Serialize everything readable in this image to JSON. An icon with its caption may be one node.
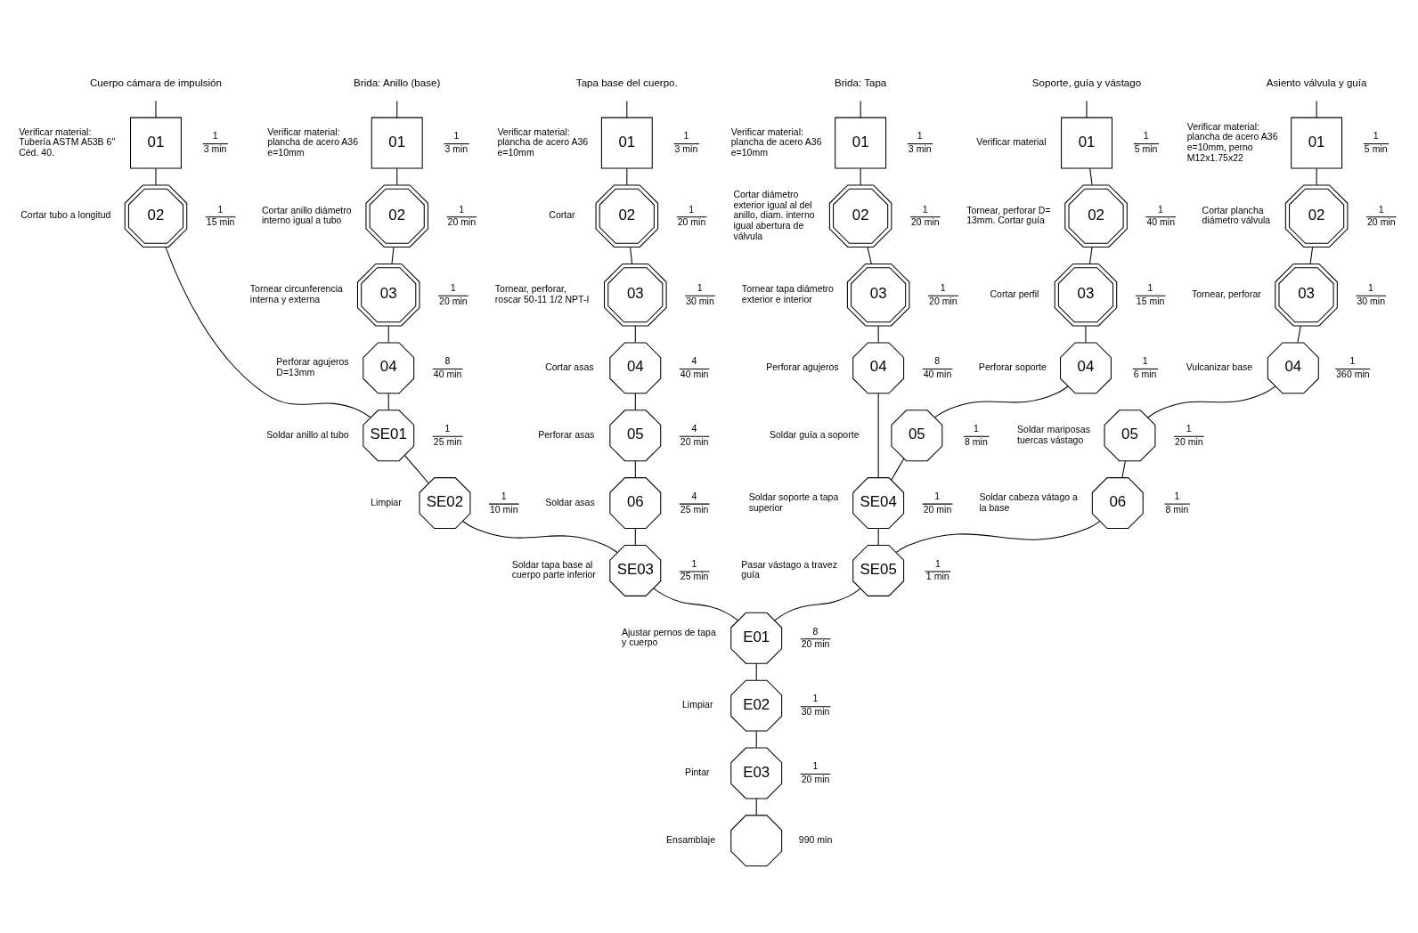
{
  "diagram": {
    "nodes": [
      {
        "text": [
          "Cuerpo cámara de impulsión"
        ]
      },
      {
        "text": [
          "01"
        ],
        "beside": [
          "Verificar material: Tubería ASTM A53B 6\" Céd. 40.",
          "1",
          "3 min"
        ]
      },
      {
        "text": [
          "02"
        ],
        "beside": [
          "Cortar tubo a longitud",
          "1",
          "15 min"
        ]
      },
      {
        "text": [
          "Brida: Anillo (base)"
        ]
      },
      {
        "text": [
          "01"
        ],
        "beside": [
          "Verificar material: plancha de acero A36 e=10mm",
          "1",
          "3 min"
        ]
      },
      {
        "text": [
          "02"
        ],
        "beside": [
          "Cortar anillo diámetro interno igual a tubo",
          "1",
          "20 min"
        ]
      },
      {
        "text": [
          "03"
        ],
        "beside": [
          "Tornear circunferencia interna y externa",
          "1",
          "20 min"
        ]
      },
      {
        "text": [
          "04"
        ],
        "beside": [
          "Perforar agujeros D=13mm",
          "8",
          "40 min"
        ]
      },
      {
        "text": [
          "SE01"
        ],
        "beside": [
          "Soldar anillo al tubo",
          "1",
          "25 min"
        ]
      },
      {
        "text": [
          "SE02"
        ],
        "beside": [
          "Limpiar",
          "1",
          "10 min"
        ]
      },
      {
        "text": [
          "Tapa base del cuerpo."
        ]
      },
      {
        "text": [
          "01"
        ],
        "beside": [
          "Verificar material: plancha de acero A36 e=10mm",
          "1",
          "3 min"
        ]
      },
      {
        "text": [
          "02"
        ],
        "beside": [
          "Cortar",
          "1",
          "20 min"
        ]
      },
      {
        "text": [
          "03"
        ],
        "beside": [
          "Tornear, perforar, roscar 50-11 1/2 NPT-I",
          "1",
          "30 min"
        ]
      },
      {
        "text": [
          "04"
        ],
        "beside": [
          "Cortar asas",
          "4",
          "40 min"
        ]
      },
      {
        "text": [
          "05"
        ],
        "beside": [
          "Perforar asas",
          "4",
          "20 min"
        ]
      },
      {
        "text": [
          "06"
        ],
        "beside": [
          "Soldar asas",
          "4",
          "25 min"
        ]
      },
      {
        "text": [
          "SE03"
        ],
        "beside": [
          "Soldar tapa base al cuerpo parte inferior",
          "1",
          "25 min"
        ]
      },
      {
        "text": [
          "Brida: Tapa"
        ]
      },
      {
        "text": [
          "01"
        ],
        "beside": [
          "Verificar material: plancha de acero A36 e=10mm",
          "1",
          "3 min"
        ]
      },
      {
        "text": [
          "02"
        ],
        "beside": [
          "Cortar diámetro exterior igual al del anillo, diam. interno igual abertura de válvula",
          "1",
          "20 min"
        ]
      },
      {
        "text": [
          "03"
        ],
        "beside": [
          "Tornear tapa diámetro exterior e interior",
          "1",
          "20 min"
        ]
      },
      {
        "text": [
          "04"
        ],
        "beside": [
          "Perforar agujeros",
          "8",
          "40 min"
        ]
      },
      {
        "text": [
          "Soporte, guía y vástago"
        ]
      },
      {
        "text": [
          "01"
        ],
        "beside": [
          "Verificar material",
          "1",
          "5 min"
        ]
      },
      {
        "text": [
          "02"
        ],
        "beside": [
          "Tornear, perforar D= 13mm. Cortar guía",
          "1",
          "40 min"
        ]
      },
      {
        "text": [
          "03"
        ],
        "beside": [
          "Cortar perfil",
          "1",
          "15 min"
        ]
      },
      {
        "text": [
          "04"
        ],
        "beside": [
          "Perforar soporte",
          "1",
          "6 min"
        ]
      },
      {
        "text": [
          "05"
        ],
        "beside": [
          "Soldar guía a soporte",
          "1",
          "8 min"
        ]
      },
      {
        "text": [
          "SE04"
        ],
        "beside": [
          "Soldar soporte a tapa superior",
          "1",
          "20 min"
        ]
      },
      {
        "text": [
          "Asiento válvula y guía"
        ]
      },
      {
        "text": [
          "01"
        ],
        "beside": [
          "Verificar material: plancha de acero A36 e=10mm, perno M12x1.75x22",
          "1",
          "5 min"
        ]
      },
      {
        "text": [
          "02"
        ],
        "beside": [
          "Cortar plancha diámetro válvula",
          "1",
          "20 min"
        ]
      },
      {
        "text": [
          "03"
        ],
        "beside": [
          "Tornear, perforar",
          "1",
          "30 min"
        ]
      },
      {
        "text": [
          "04"
        ],
        "beside": [
          "Vulcanizar base",
          "1",
          "360 min"
        ]
      },
      {
        "text": [
          "05"
        ],
        "beside": [
          "Soldar mariposas tuercas vástago",
          "1",
          "20 min"
        ]
      },
      {
        "text": [
          "06"
        ],
        "beside": [
          "Soldar cabeza vátago a la base",
          "1",
          "8 min"
        ]
      },
      {
        "text": [
          "SE05"
        ],
        "beside": [
          "Pasar vástago a travez guía",
          "1",
          "1 min"
        ]
      },
      {
        "text": [
          "E01"
        ],
        "beside": [
          "Ajustar pernos de tapa y cuerpo",
          "8",
          "20 min"
        ]
      },
      {
        "text": [
          "E02"
        ],
        "beside": [
          "Limpiar",
          "1",
          "30 min"
        ]
      },
      {
        "text": [
          "E03"
        ],
        "beside": [
          "Pintar",
          "1",
          "20 min"
        ]
      },
      {
        "text": [],
        "shape": "octagon",
        "beside": [
          "Ensamblaje"
        ]
      }
    ],
    "edges": [
      {
        "from": 0,
        "to": 1,
        "arrow": "none"
      },
      {
        "from": 1,
        "to": 2,
        "arrow": "none"
      },
      {
        "from": 2,
        "to": 8,
        "arrow": "none"
      },
      {
        "from": 3,
        "to": 4,
        "arrow": "none"
      },
      {
        "from": 4,
        "to": 5,
        "arrow": "none"
      },
      {
        "from": 5,
        "to": 6,
        "arrow": "none"
      },
      {
        "from": 6,
        "to": 7,
        "arrow": "none"
      },
      {
        "from": 7,
        "to": 8,
        "arrow": "none"
      },
      {
        "from": 8,
        "to": 9,
        "arrow": "none"
      },
      {
        "from": 9,
        "to": 17,
        "arrow": "none"
      },
      {
        "from": 10,
        "to": 11,
        "arrow": "none"
      },
      {
        "from": 11,
        "to": 12,
        "arrow": "none"
      },
      {
        "from": 12,
        "to": 13,
        "arrow": "none"
      },
      {
        "from": 13,
        "to": 14,
        "arrow": "none"
      },
      {
        "from": 14,
        "to": 15,
        "arrow": "none"
      },
      {
        "from": 15,
        "to": 16,
        "arrow": "none"
      },
      {
        "from": 16,
        "to": 17,
        "arrow": "none"
      },
      {
        "from": 17,
        "to": 38,
        "arrow": "none"
      },
      {
        "from": 18,
        "to": 19,
        "arrow": "none"
      },
      {
        "from": 19,
        "to": 20,
        "arrow": "none"
      },
      {
        "from": 20,
        "to": 21,
        "arrow": "none"
      },
      {
        "from": 21,
        "to": 22,
        "arrow": "none"
      },
      {
        "from": 22,
        "to": 29,
        "arrow": "none"
      },
      {
        "from": 23,
        "to": 24,
        "arrow": "none"
      },
      {
        "from": 24,
        "to": 25,
        "arrow": "none"
      },
      {
        "from": 25,
        "to": 26,
        "arrow": "none"
      },
      {
        "from": 26,
        "to": 27,
        "arrow": "none"
      },
      {
        "from": 27,
        "to": 28,
        "arrow": "none"
      },
      {
        "from": 28,
        "to": 29,
        "arrow": "none"
      },
      {
        "from": 29,
        "to": 37,
        "arrow": "none"
      },
      {
        "from": 30,
        "to": 31,
        "arrow": "none"
      },
      {
        "from": 31,
        "to": 32,
        "arrow": "none"
      },
      {
        "from": 32,
        "to": 33,
        "arrow": "none"
      },
      {
        "from": 33,
        "to": 34,
        "arrow": "none"
      },
      {
        "from": 34,
        "to": 35,
        "arrow": "none"
      },
      {
        "from": 35,
        "to": 36,
        "arrow": "none"
      },
      {
        "from": 36,
        "to": 37,
        "arrow": "none"
      },
      {
        "from": 37,
        "to": 38,
        "arrow": "none"
      },
      {
        "from": 38,
        "to": 39,
        "arrow": "none"
      },
      {
        "from": 39,
        "to": 40,
        "arrow": "none"
      },
      {
        "from": 40,
        "to": 41,
        "arrow": "none"
      }
    ],
    "labels": [
      "990 min"
    ]
  }
}
